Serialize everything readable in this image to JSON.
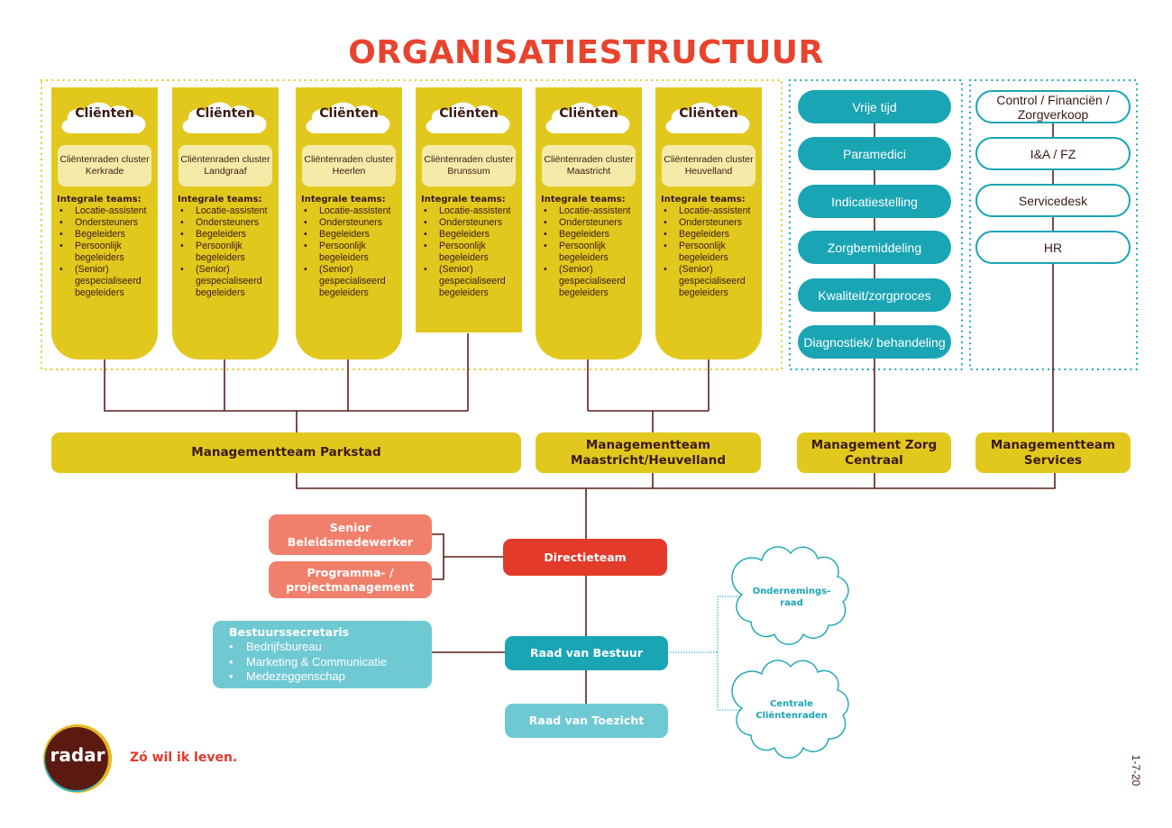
{
  "title": "ORGANISATIESTRUCTUUR",
  "clients": {
    "cloud_label": "Cliënten",
    "teams_heading": "Integrale teams:",
    "columns": [
      {
        "council": "Cliëntenraden cluster Kerkrade"
      },
      {
        "council": "Cliëntenraden cluster Landgraaf"
      },
      {
        "council": "Cliëntenraden cluster Heerlen"
      },
      {
        "council": "Cliëntenraden cluster Brunssum"
      },
      {
        "council": "Cliëntenraden cluster Maastricht"
      },
      {
        "council": "Cliëntenraden cluster Heuvelland"
      }
    ],
    "team_items": [
      "Locatie-assistent",
      "Ondersteuners",
      "Begeleiders",
      "Persoonlijk begeleiders",
      "(Senior) gespecialiseerd begeleiders"
    ]
  },
  "zorg_centraal": [
    "Vrije tijd",
    "Paramedici",
    "Indicatiestelling",
    "Zorgbemiddeling",
    "Kwaliteit/zorgproces",
    "Diagnostiek/ behandeling"
  ],
  "services": [
    "Control / Financiën / Zorgverkoop",
    "I&A / FZ",
    "Servicedesk",
    "HR"
  ],
  "management": {
    "parkstad": "Managementteam Parkstad",
    "maastricht": "Managementteam Maastricht/Heuvelland",
    "zorg": "Management Zorg Centraal",
    "services": "Managementteam Services"
  },
  "staff": {
    "senior": "Senior Beleidsmedewerker",
    "programma": "Programma- / projectmanagement",
    "secretaris_heading": "Bestuurssecretaris",
    "secretaris_items": [
      "Bedrijfsbureau",
      "Marketing & Communicatie",
      "Medezeggenschap"
    ]
  },
  "governance": {
    "directieteam": "Directieteam",
    "raad_van_bestuur": "Raad van Bestuur",
    "raad_van_toezicht": "Raad van Toezicht"
  },
  "councils": {
    "or": "Ondernemings- raad",
    "ccr": "Centrale Cliëntenraden"
  },
  "brand": {
    "logo": "radar",
    "tagline": "Zó wil ik leven.",
    "date": "1-7-20"
  },
  "colors": {
    "title_red": "#e8432e",
    "yellow": "#e2c81d",
    "teal": "#1aa5b4",
    "light_teal": "#6fc9d3",
    "salmon": "#f0806c",
    "red": "#e33a2a",
    "line_brown": "#5a1f1a"
  }
}
